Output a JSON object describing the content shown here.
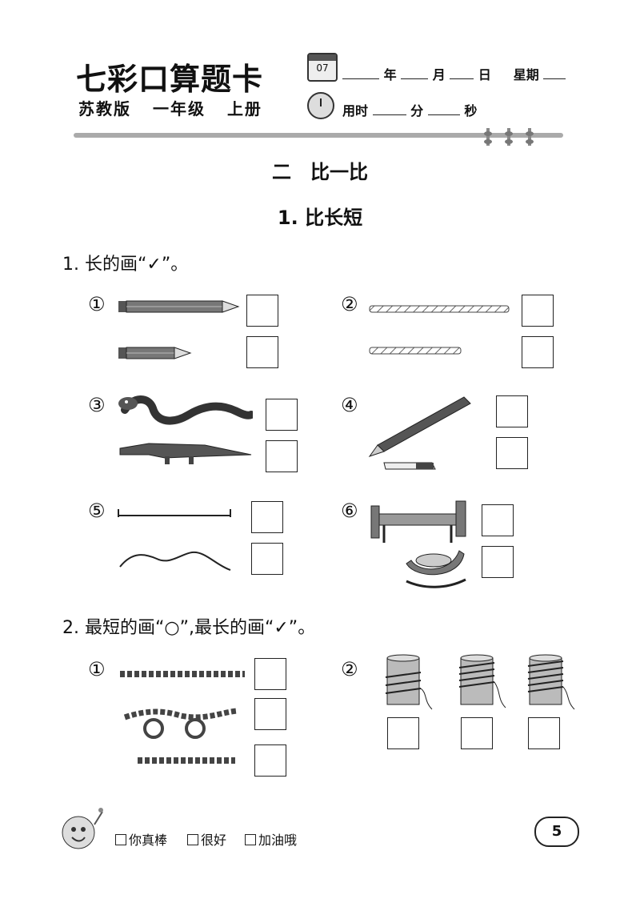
{
  "header": {
    "brand": "七彩口算题卡",
    "edition": [
      "苏教版",
      "一年级",
      "上册"
    ],
    "calendar_number": "07",
    "date_labels": {
      "year": "年",
      "month": "月",
      "day": "日",
      "weekday": "星期"
    },
    "time_labels": {
      "used": "用时",
      "minutes": "分",
      "seconds": "秒"
    }
  },
  "unit_title": "二　比一比",
  "lesson_title": "1. 比长短",
  "questions": [
    {
      "prompt": "1. 长的画“✓”。",
      "markers": [
        "①",
        "②",
        "③",
        "④",
        "⑤",
        "⑥"
      ]
    },
    {
      "prompt": "2. 最短的画“○”,最长的画“✓”。",
      "markers": [
        "①",
        "②"
      ]
    }
  ],
  "footer": {
    "options": [
      "你真棒",
      "很好",
      "加油哦"
    ],
    "page_number": "5"
  },
  "icons": [
    "calendar-icon",
    "clock-icon",
    "pencil-icon",
    "stick-icon",
    "snake-icon",
    "crocodile-icon",
    "eraser-icon",
    "bench-icon",
    "rocking-chair-icon",
    "rope-icon",
    "spool-icon",
    "mascot-icon"
  ]
}
